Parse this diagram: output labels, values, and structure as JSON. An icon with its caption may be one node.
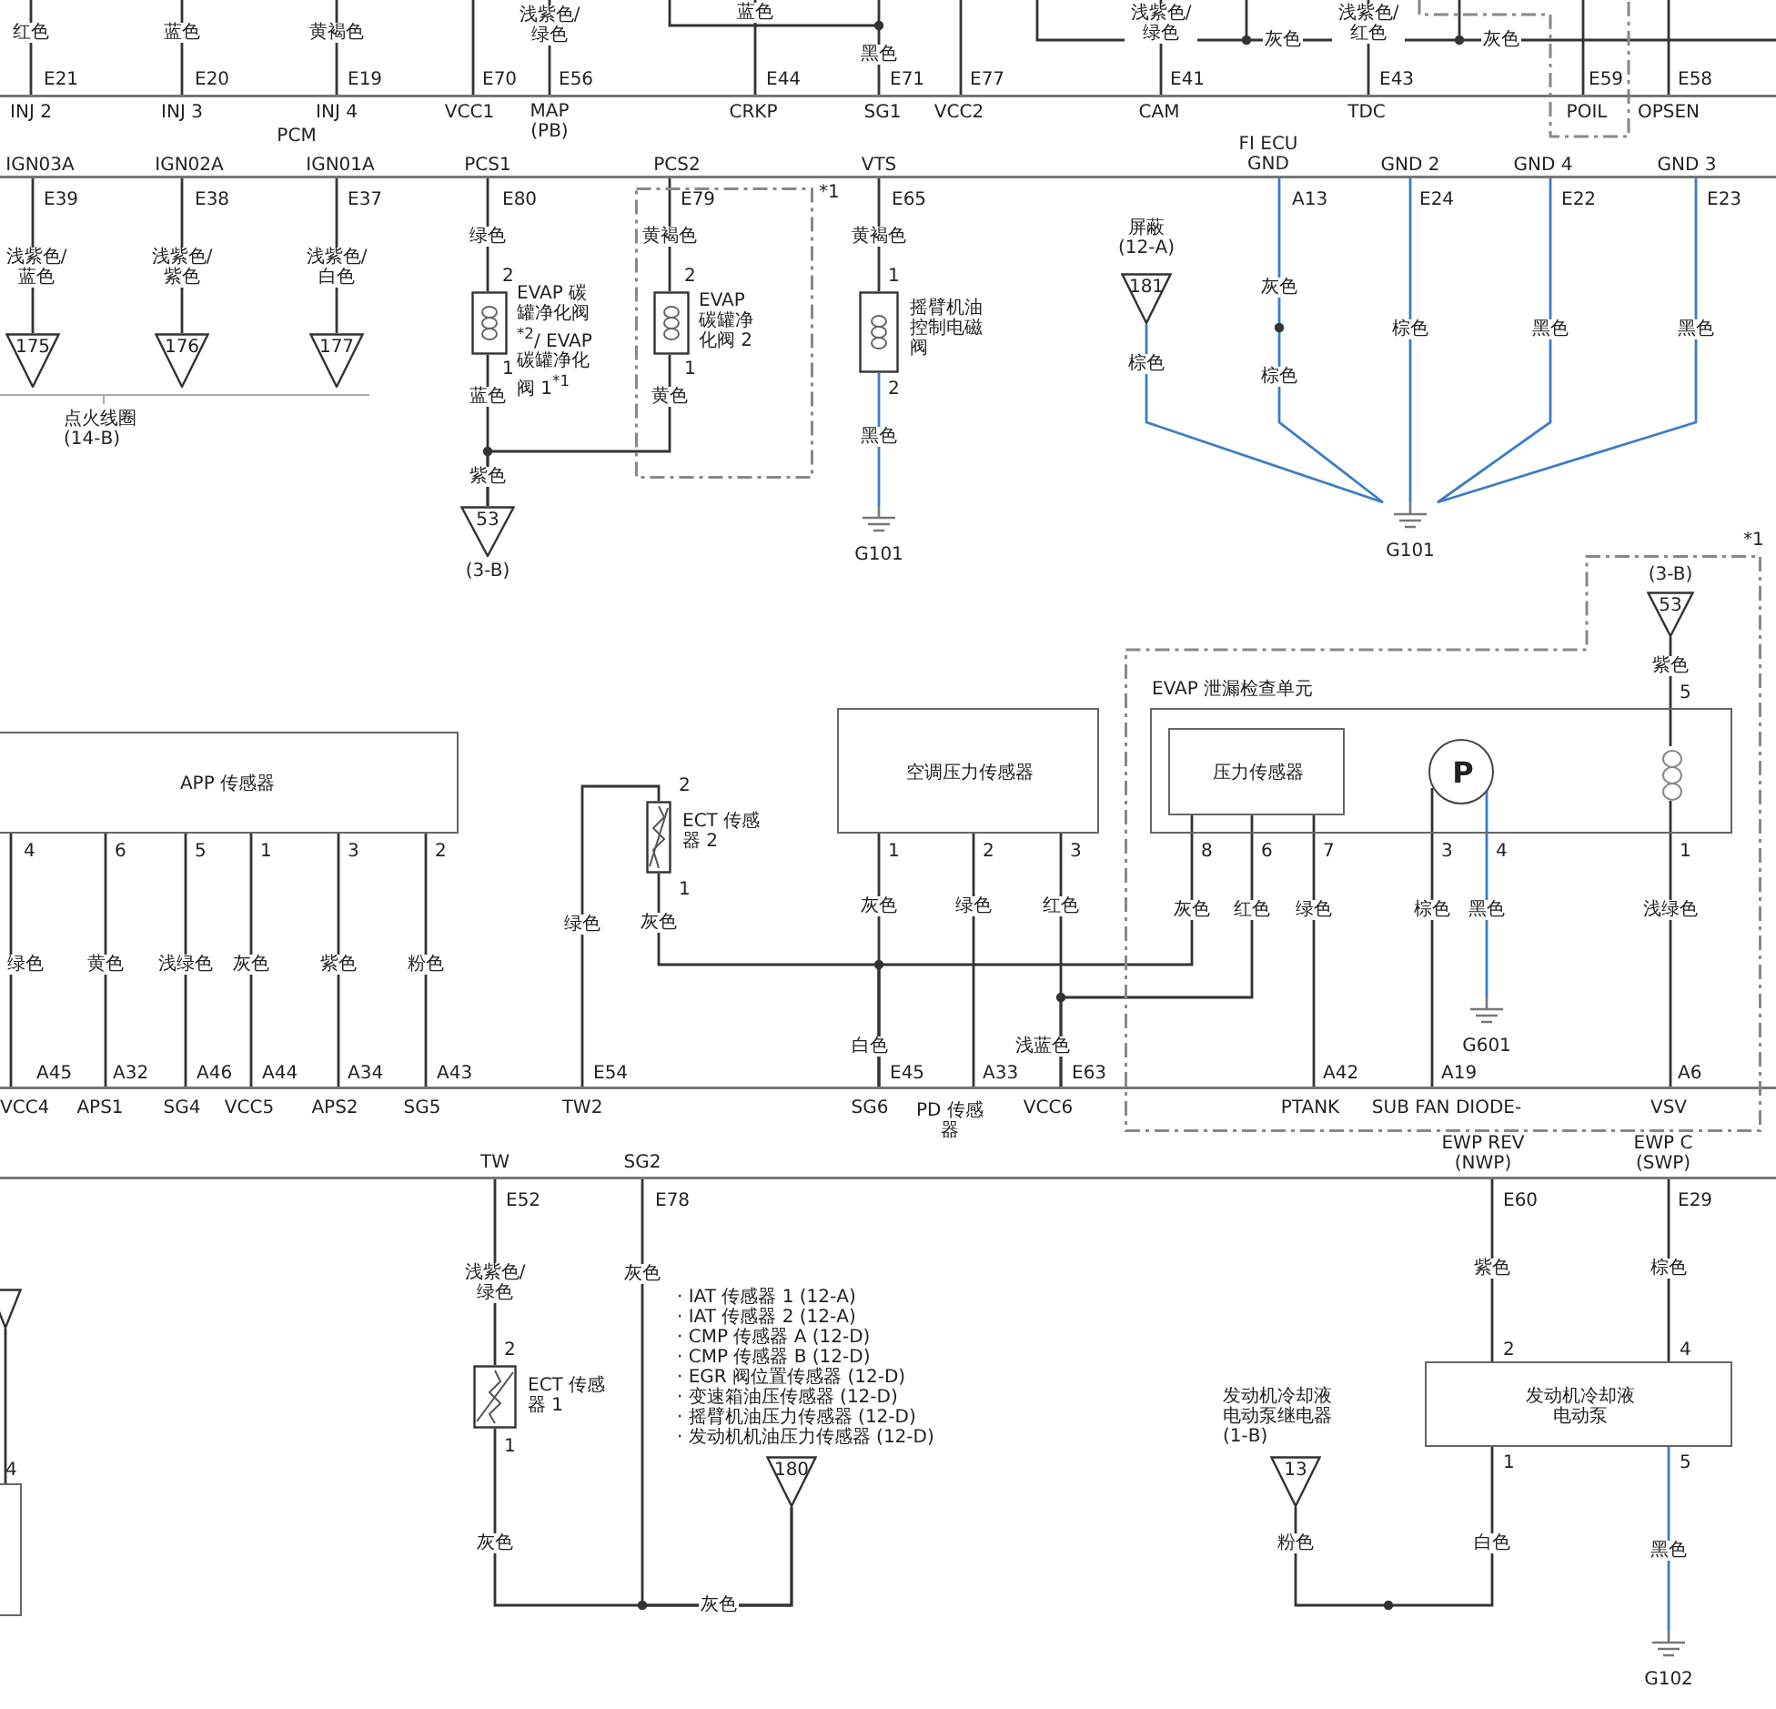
{
  "diagram": {
    "nodes": [
      {
        "text": [
          "PCM"
        ]
      },
      {
        "text": [],
        "shape": "bar"
      },
      {
        "text": [
          "175"
        ]
      },
      {
        "text": [
          "176"
        ]
      },
      {
        "text": [
          "177"
        ]
      },
      {
        "text": [
          "EVAP 碳罐净化阀$^{*2}$/ EVAP 碳罐净化阀 1$^{*1}$"
        ],
        "beside": [
          "2",
          "1"
        ]
      },
      {
        "text": [
          "*1"
        ]
      },
      {
        "text": [
          "EVAP 碳罐净化阀 2"
        ],
        "in": 6,
        "beside": [
          "2",
          "1"
        ]
      },
      {
        "text": [
          "53"
        ],
        "beside": [
          "(3-B)"
        ]
      },
      {
        "text": [
          "摇臂机油控制电磁阀"
        ],
        "beside": [
          "1",
          "2"
        ]
      },
      {
        "text": [
          "G101"
        ]
      },
      {
        "text": [
          "181"
        ],
        "beside": [
          "屏蔽 (12-A)"
        ]
      },
      {
        "text": [
          "G101"
        ]
      },
      {
        "text": [
          "APP 传感器"
        ],
        "beside": [
          "4",
          "6",
          "5",
          "1",
          "3",
          "2"
        ]
      },
      {
        "text": [
          "ECT 传感器 2"
        ],
        "beside": [
          "2",
          "1"
        ]
      },
      {
        "text": [
          "空调压力传感器"
        ],
        "beside": [
          "1",
          "2",
          "3"
        ]
      },
      {
        "text": [
          "*1"
        ]
      },
      {
        "text": [
          "53"
        ],
        "in": 16,
        "beside": [
          "(3-B)"
        ]
      },
      {
        "text": [
          "EVAP 泄漏检查单元"
        ],
        "in": 16,
        "beside": [
          "8",
          "6",
          "7",
          "3",
          "4",
          "5",
          "1"
        ]
      },
      {
        "text": [
          "压力传感器"
        ],
        "in": 18
      },
      {
        "text": [
          "P"
        ],
        "in": 18
      },
      {
        "text": [],
        "shape": "coil",
        "in": 18
      },
      {
        "text": [
          "G601"
        ],
        "in": 16
      },
      {
        "text": [
          "ECT 传感器 1"
        ],
        "beside": [
          "2",
          "1"
        ]
      },
      {
        "text": [
          "180"
        ],
        "beside": [
          "· IAT 传感器 1 (12-A)",
          "· IAT 传感器 2 (12-A)",
          "· CMP 传感器 A (12-D)",
          "· CMP 传感器 B (12-D)",
          "· EGR 阀位置传感器 (12-D)",
          "· 变速箱油压传感器 (12-D)",
          "· 摇臂机油压力传感器 (12-D)",
          "· 发动机机油压力传感器 (12-D)"
        ]
      },
      {
        "text": [
          "13"
        ],
        "beside": [
          "发动机冷却液电动泵继电器 (1-B)"
        ]
      },
      {
        "text": [
          "发动机冷却液电动泵"
        ],
        "beside": [
          "2",
          "4",
          "1",
          "5"
        ]
      },
      {
        "text": [
          "G102"
        ]
      },
      {
        "text": [],
        "shape": "triangle"
      },
      {
        "text": [],
        "shape": "box",
        "beside": [
          "4"
        ]
      }
    ],
    "edges": [
      {
        "from": null,
        "to": 0,
        "arrow": "none",
        "label": "红色"
      },
      {
        "from": null,
        "to": 0,
        "arrow": "none",
        "label": "蓝色"
      },
      {
        "from": null,
        "to": 0,
        "arrow": "none",
        "label": "黄褐色"
      },
      {
        "from": null,
        "to": 0,
        "arrow": "none"
      },
      {
        "from": null,
        "to": 0,
        "arrow": "none",
        "label": "浅紫色/绿色"
      },
      {
        "from": null,
        "to": 0,
        "arrow": "none",
        "label": "蓝色"
      },
      {
        "from": null,
        "to": 0,
        "arrow": "none",
        "label": "黑色"
      },
      {
        "from": null,
        "to": 0,
        "arrow": "none"
      },
      {
        "from": null,
        "to": 0,
        "arrow": "none",
        "label": "浅紫色/绿色"
      },
      {
        "from": null,
        "to": 0,
        "arrow": "none",
        "label": "浅紫色/红色"
      },
      {
        "from": null,
        "to": 0,
        "arrow": "none"
      },
      {
        "from": null,
        "to": 0,
        "arrow": "none"
      },
      {
        "from": 0,
        "to": 2,
        "arrow": "none",
        "label": "浅紫色/蓝色"
      },
      {
        "from": 0,
        "to": 3,
        "arrow": "none",
        "label": "浅紫色/紫色"
      },
      {
        "from": 0,
        "to": 4,
        "arrow": "none",
        "label": "浅紫色/白色"
      },
      {
        "from": 0,
        "to": 5,
        "arrow": "none",
        "label": "绿色"
      },
      {
        "from": 5,
        "to": 8,
        "arrow": "none",
        "label": "蓝色"
      },
      {
        "from": 0,
        "to": 7,
        "arrow": "none",
        "label": "黄褐色"
      },
      {
        "from": 7,
        "to": 8,
        "arrow": "none",
        "label": "黄色"
      },
      {
        "from": 0,
        "to": 9,
        "arrow": "none",
        "label": "黄褐色"
      },
      {
        "from": 9,
        "to": 10,
        "arrow": "none",
        "label": "黑色",
        "color": "#3d7cc4"
      },
      {
        "from": 11,
        "to": 12,
        "arrow": "none",
        "label": "棕色",
        "color": "#3d7cc4"
      },
      {
        "from": 0,
        "to": 12,
        "arrow": "none",
        "label": "灰色",
        "color": "#3d7cc4"
      },
      {
        "from": 0,
        "to": 12,
        "arrow": "none",
        "label": "棕色",
        "color": "#3d7cc4"
      },
      {
        "from": 0,
        "to": 12,
        "arrow": "none",
        "label": "黑色",
        "color": "#3d7cc4"
      },
      {
        "from": 0,
        "to": 12,
        "arrow": "none",
        "label": "黑色",
        "color": "#3d7cc4"
      },
      {
        "from": 13,
        "to": 1,
        "arrow": "none",
        "label": "绿色"
      },
      {
        "from": 13,
        "to": 1,
        "arrow": "none",
        "label": "黄色"
      },
      {
        "from": 13,
        "to": 1,
        "arrow": "none",
        "label": "浅绿色"
      },
      {
        "from": 13,
        "to": 1,
        "arrow": "none",
        "label": "灰色"
      },
      {
        "from": 13,
        "to": 1,
        "arrow": "none",
        "label": "紫色"
      },
      {
        "from": 13,
        "to": 1,
        "arrow": "none",
        "label": "粉色"
      },
      {
        "from": 14,
        "to": 1,
        "arrow": "none",
        "label": "绿色"
      },
      {
        "from": 14,
        "to": 1,
        "arrow": "none",
        "label": "灰色"
      },
      {
        "from": 15,
        "to": 1,
        "arrow": "none",
        "label": "灰色"
      },
      {
        "from": 15,
        "to": 1,
        "arrow": "none",
        "label": "绿色"
      },
      {
        "from": 15,
        "to": 1,
        "arrow": "none",
        "label": "红色"
      },
      {
        "from": 17,
        "to": 21,
        "arrow": "none",
        "label": "紫色"
      },
      {
        "from": 19,
        "to": 1,
        "arrow": "none",
        "label": "灰色"
      },
      {
        "from": 19,
        "to": 1,
        "arrow": "none",
        "label": "红色"
      },
      {
        "from": 19,
        "to": 1,
        "arrow": "none",
        "label": "绿色"
      },
      {
        "from": 20,
        "to": 1,
        "arrow": "none",
        "label": "棕色"
      },
      {
        "from": 20,
        "to": 22,
        "arrow": "none",
        "label": "黑色",
        "color": "#3d7cc4"
      },
      {
        "from": 21,
        "to": 1,
        "arrow": "none",
        "label": "浅绿色"
      },
      {
        "from": 1,
        "to": 23,
        "arrow": "none",
        "label": "浅紫色/绿色"
      },
      {
        "from": 23,
        "to": 24,
        "arrow": "none",
        "label": "灰色"
      },
      {
        "from": 1,
        "to": 24,
        "arrow": "none",
        "label": "灰色"
      },
      {
        "from": 1,
        "to": 26,
        "arrow": "none",
        "label": "紫色"
      },
      {
        "from": 1,
        "to": 26,
        "arrow": "none",
        "label": "棕色"
      },
      {
        "from": 26,
        "to": 25,
        "arrow": "none",
        "label": "白色"
      },
      {
        "from": 26,
        "to": 27,
        "arrow": "none",
        "label": "黑色",
        "color": "#3d7cc4"
      },
      {
        "from": 28,
        "to": 29,
        "arrow": "none"
      }
    ],
    "labels": [
      "灰色",
      "灰色",
      "E21",
      "E20",
      "E19",
      "E70",
      "E56",
      "E44",
      "E71",
      "E77",
      "E41",
      "E43",
      "E59",
      "E58",
      "INJ 2",
      "INJ 3",
      "INJ 4",
      "VCC1",
      "MAP (PB)",
      "CRKP",
      "SG1",
      "VCC2",
      "CAM",
      "TDC",
      "POIL",
      "OPSEN",
      "FI ECU GND",
      "IGN03A",
      "IGN02A",
      "IGN01A",
      "PCS1",
      "PCS2",
      "VTS",
      "GND 2",
      "GND 4",
      "GND 3",
      "E39",
      "E38",
      "E37",
      "E80",
      "E79",
      "E65",
      "A13",
      "E24",
      "E22",
      "E23",
      "棕色",
      "点火线圈 (14-B)",
      "紫色",
      "白色",
      "浅蓝色",
      "A45",
      "A32",
      "A46",
      "A44",
      "A34",
      "A43",
      "E54",
      "E45",
      "A33",
      "E63",
      "A42",
      "A19",
      "A6",
      "VCC4",
      "APS1",
      "SG4",
      "VCC5",
      "APS2",
      "SG5",
      "TW2",
      "SG6",
      "PD 传感器",
      "VCC6",
      "PTANK",
      "SUB FAN DIODE-",
      "VSV",
      "TW",
      "SG2",
      "EWP REV (NWP)",
      "EWP C (SWP)",
      "E52",
      "E78",
      "E60",
      "E29",
      "粉色",
      "灰色"
    ]
  }
}
